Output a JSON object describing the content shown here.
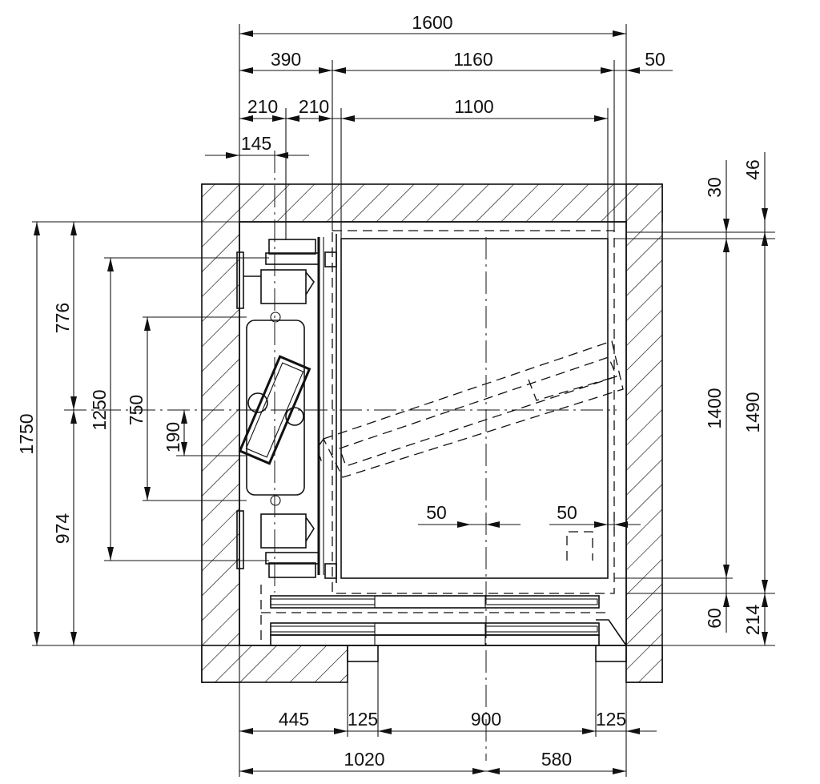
{
  "dimensions": {
    "overall_width": "1600",
    "left_space": "390",
    "car_width": "1160",
    "right_gap": "50",
    "rail_a": "210",
    "rail_b": "210",
    "car_inner_width": "1100",
    "bracket": "145",
    "top_gap": "30",
    "top_wall": "46",
    "overall_depth": "1750",
    "upper_depth": "776",
    "lower_depth": "974",
    "bracket_spacing": "1250",
    "rail_spacing": "750",
    "offset": "190",
    "car_depth": "1400",
    "outer_car_depth": "1490",
    "door_gap": "60",
    "door_zone": "214",
    "center_offset_a": "50",
    "center_offset_b": "50",
    "bottom_left": "445",
    "jamb_left": "125",
    "door_opening": "900",
    "jamb_right": "125",
    "left_to_center": "1020",
    "right_to_center": "580"
  }
}
